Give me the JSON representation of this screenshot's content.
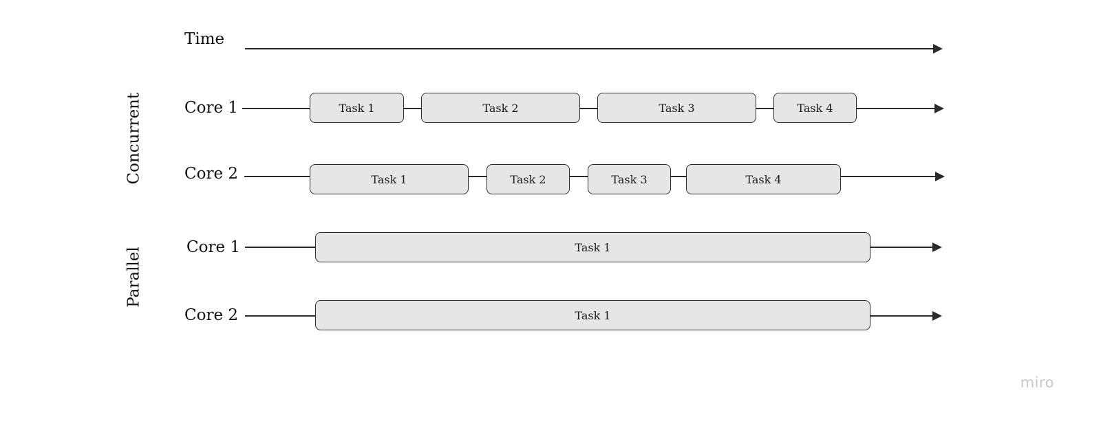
{
  "time_label": "Time",
  "sections": [
    {
      "label": "Concurrent"
    },
    {
      "label": "Parallel"
    }
  ],
  "rows": [
    {
      "core_label": "Core 1",
      "tasks": [
        "Task 1",
        "Task 2",
        "Task 3",
        "Task 4"
      ]
    },
    {
      "core_label": "Core 2",
      "tasks": [
        "Task 1",
        "Task 2",
        "Task 3",
        "Task 4"
      ]
    },
    {
      "core_label": "Core 1",
      "tasks": [
        "Task 1"
      ]
    },
    {
      "core_label": "Core 2",
      "tasks": [
        "Task 1"
      ]
    }
  ],
  "watermark": "miro",
  "colors": {
    "task_fill": "#e6e6e6",
    "stroke": "#2b2b2b",
    "watermark": "#c8c8c8"
  }
}
